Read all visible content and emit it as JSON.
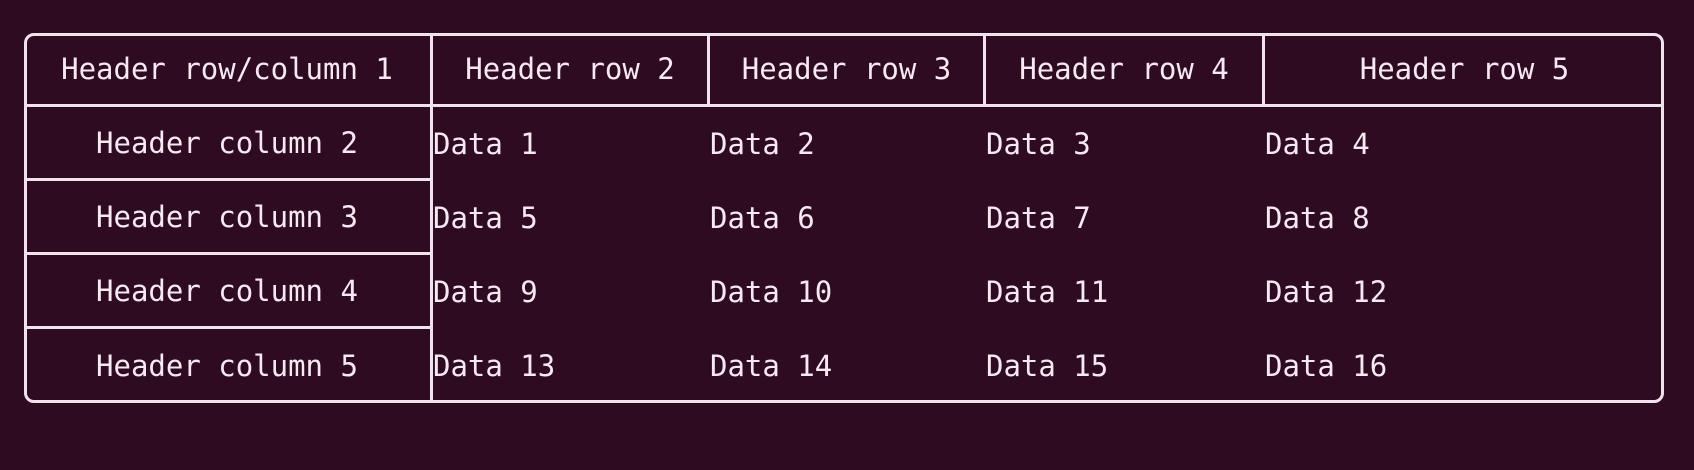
{
  "theme": {
    "background": "#2e0b21",
    "border": "#f0e4ec",
    "text": "#f5eaf1"
  },
  "table": {
    "corner_label": "Header row/column 1",
    "column_headers": [
      "Header row 2",
      "Header row 3",
      "Header row 4",
      "Header row 5"
    ],
    "row_headers": [
      "Header column 2",
      "Header column 3",
      "Header column 4",
      "Header column 5"
    ],
    "rows": [
      [
        "Data 1",
        "Data 2",
        "Data 3",
        "Data 4"
      ],
      [
        "Data 5",
        "Data 6",
        "Data 7",
        "Data 8"
      ],
      [
        "Data 9",
        "Data 10",
        "Data 11",
        "Data 12"
      ],
      [
        "Data 13",
        "Data 14",
        "Data 15",
        "Data 16"
      ]
    ]
  }
}
